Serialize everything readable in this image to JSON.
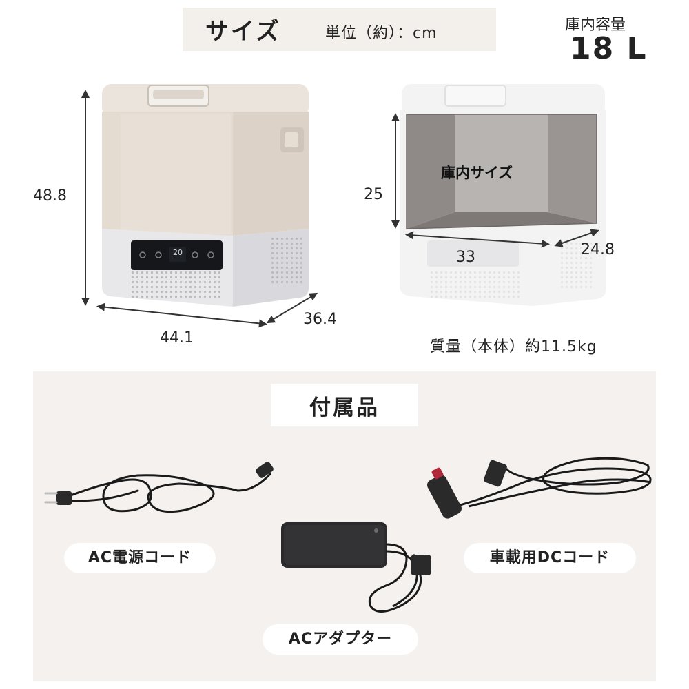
{
  "header": {
    "title": "サイズ",
    "unit": "単位（約）：cm",
    "capacity_label": "庫内容量",
    "capacity_value": "18 L"
  },
  "product": {
    "height": "48.8",
    "width": "44.1",
    "depth": "36.4",
    "display_readout": "20"
  },
  "interior": {
    "label": "庫内サイズ",
    "height": "25",
    "width": "33",
    "depth": "24.8"
  },
  "weight": "質量（本体）約11.5kg",
  "accessories": {
    "heading": "付属品",
    "items": [
      {
        "label": "AC電源コード"
      },
      {
        "label": "車載用DCコード"
      },
      {
        "label": "ACアダプター"
      }
    ]
  },
  "colors": {
    "lid": "#e7dfd6",
    "base": "#e9e9ec",
    "panel_bg": "#f4f1ee",
    "title_bg": "#f3efeb",
    "display": "#15171a"
  }
}
